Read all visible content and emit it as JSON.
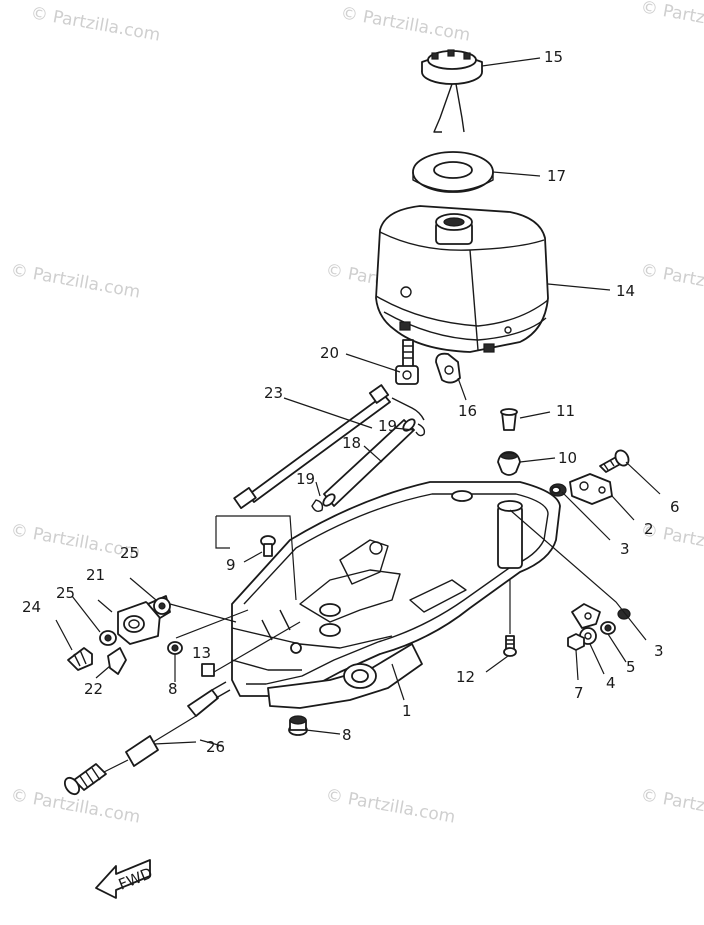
{
  "watermark": "© Partzilla.com",
  "fwd_label": "FWD",
  "callouts": {
    "c1": "1",
    "c2": "2",
    "c3a": "3",
    "c3b": "3",
    "c4": "4",
    "c5": "5",
    "c6": "6",
    "c7": "7",
    "c8a": "8",
    "c8b": "8",
    "c9": "9",
    "c10": "10",
    "c11": "11",
    "c12": "12",
    "c13": "13",
    "c14": "14",
    "c15": "15",
    "c16": "16",
    "c17": "17",
    "c18": "18",
    "c19a": "19",
    "c19b": "19",
    "c20": "20",
    "c21": "21",
    "c22": "22",
    "c23": "23",
    "c24": "24",
    "c25a": "25",
    "c25b": "25",
    "c26": "26"
  }
}
